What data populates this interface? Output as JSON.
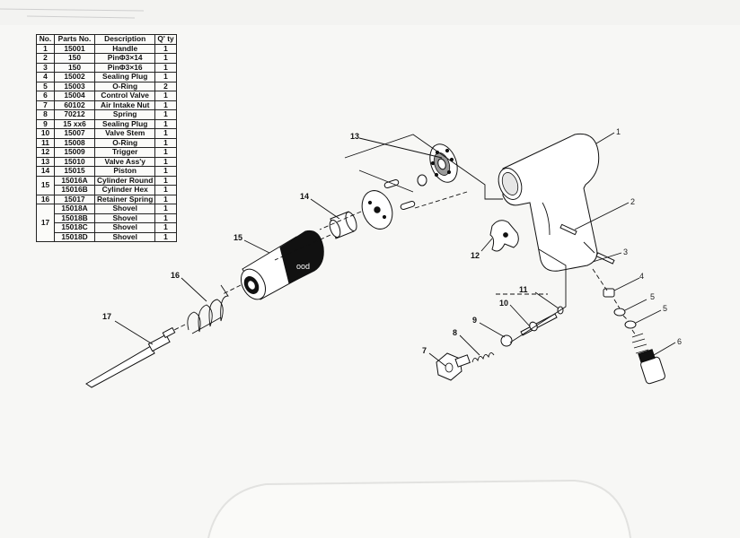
{
  "table": {
    "headers": {
      "no": "No.",
      "parts_no": "Parts No.",
      "description": "Description",
      "qty": "Q'  ty"
    },
    "rows": [
      {
        "no": "1",
        "parts_no": "15001",
        "description": "Handle",
        "qty": "1"
      },
      {
        "no": "2",
        "parts_no": "150",
        "description": "PinΦ3×14",
        "qty": "1"
      },
      {
        "no": "3",
        "parts_no": "150",
        "description": "PinΦ3×16",
        "qty": "1"
      },
      {
        "no": "4",
        "parts_no": "15002",
        "description": "Sealing Plug",
        "qty": "1"
      },
      {
        "no": "5",
        "parts_no": "15003",
        "description": "O-Ring",
        "qty": "2"
      },
      {
        "no": "6",
        "parts_no": "15004",
        "description": "Control Valve",
        "qty": "1"
      },
      {
        "no": "7",
        "parts_no": "60102",
        "description": "Air Intake Nut",
        "qty": "1"
      },
      {
        "no": "8",
        "parts_no": "70212",
        "description": "Spring",
        "qty": "1"
      },
      {
        "no": "9",
        "parts_no": "15 xx6",
        "description": "Sealing Plug",
        "qty": "1"
      },
      {
        "no": "10",
        "parts_no": "15007",
        "description": "Valve Stem",
        "qty": "1"
      },
      {
        "no": "11",
        "parts_no": "15008",
        "description": "O-Ring",
        "qty": "1"
      },
      {
        "no": "12",
        "parts_no": "15009",
        "description": "Trigger",
        "qty": "1"
      },
      {
        "no": "13",
        "parts_no": "15010",
        "description": "Valve Ass'y",
        "qty": "1"
      },
      {
        "no": "14",
        "parts_no": "15015",
        "description": "Piston",
        "qty": "1"
      },
      {
        "no": "15",
        "parts_no": "15016A",
        "description": "Cylinder Round",
        "qty": "1"
      },
      {
        "no": "15",
        "parts_no": "15016B",
        "description": "Cylinder Hex",
        "qty": "1"
      },
      {
        "no": "16",
        "parts_no": "15017",
        "description": "Retainer Spring",
        "qty": "1"
      },
      {
        "no": "17",
        "parts_no": "15018A",
        "description": "Shovel",
        "qty": "1"
      },
      {
        "no": "17",
        "parts_no": "15018B",
        "description": "Shovel",
        "qty": "1"
      },
      {
        "no": "17",
        "parts_no": "15018C",
        "description": "Shovel",
        "qty": "1"
      },
      {
        "no": "17",
        "parts_no": "15018D",
        "description": "Shovel",
        "qty": "1"
      }
    ]
  },
  "callouts": {
    "c1": "1",
    "c2": "2",
    "c3": "3",
    "c4": "4",
    "c5a": "5",
    "c5b": "5",
    "c6": "6",
    "c7": "7",
    "c8": "8",
    "c9": "9",
    "c10": "10",
    "c11": "11",
    "c12": "12",
    "c13": "13",
    "c14": "14",
    "c15": "15",
    "c16": "16",
    "c17": "17"
  },
  "label_mark": "ood",
  "colors": {
    "ink": "#111111",
    "paper": "#f7f7f5",
    "part_dark": "#111111"
  }
}
